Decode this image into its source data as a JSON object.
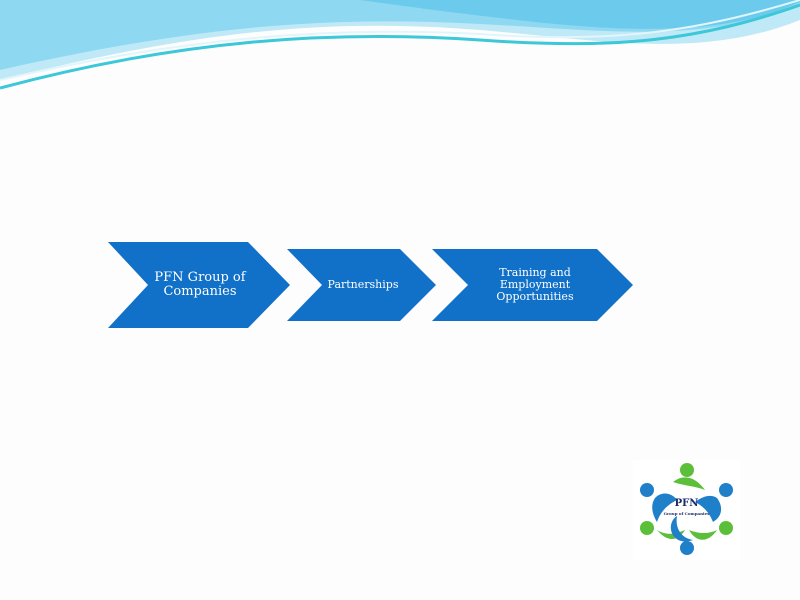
{
  "steps": [
    {
      "label": "PFN Group of Companies"
    },
    {
      "label": "Partnerships"
    },
    {
      "label": "Training and Employment Opportunities"
    }
  ],
  "logo": {
    "title": "PFN",
    "subtitle": "Group of Companies"
  },
  "colors": {
    "chevron": "#1170c8",
    "wave_light": "#7dd3f0",
    "wave_teal": "#3cc8d8",
    "logo_blue": "#1f7fc9",
    "logo_green": "#5cbf3a"
  }
}
